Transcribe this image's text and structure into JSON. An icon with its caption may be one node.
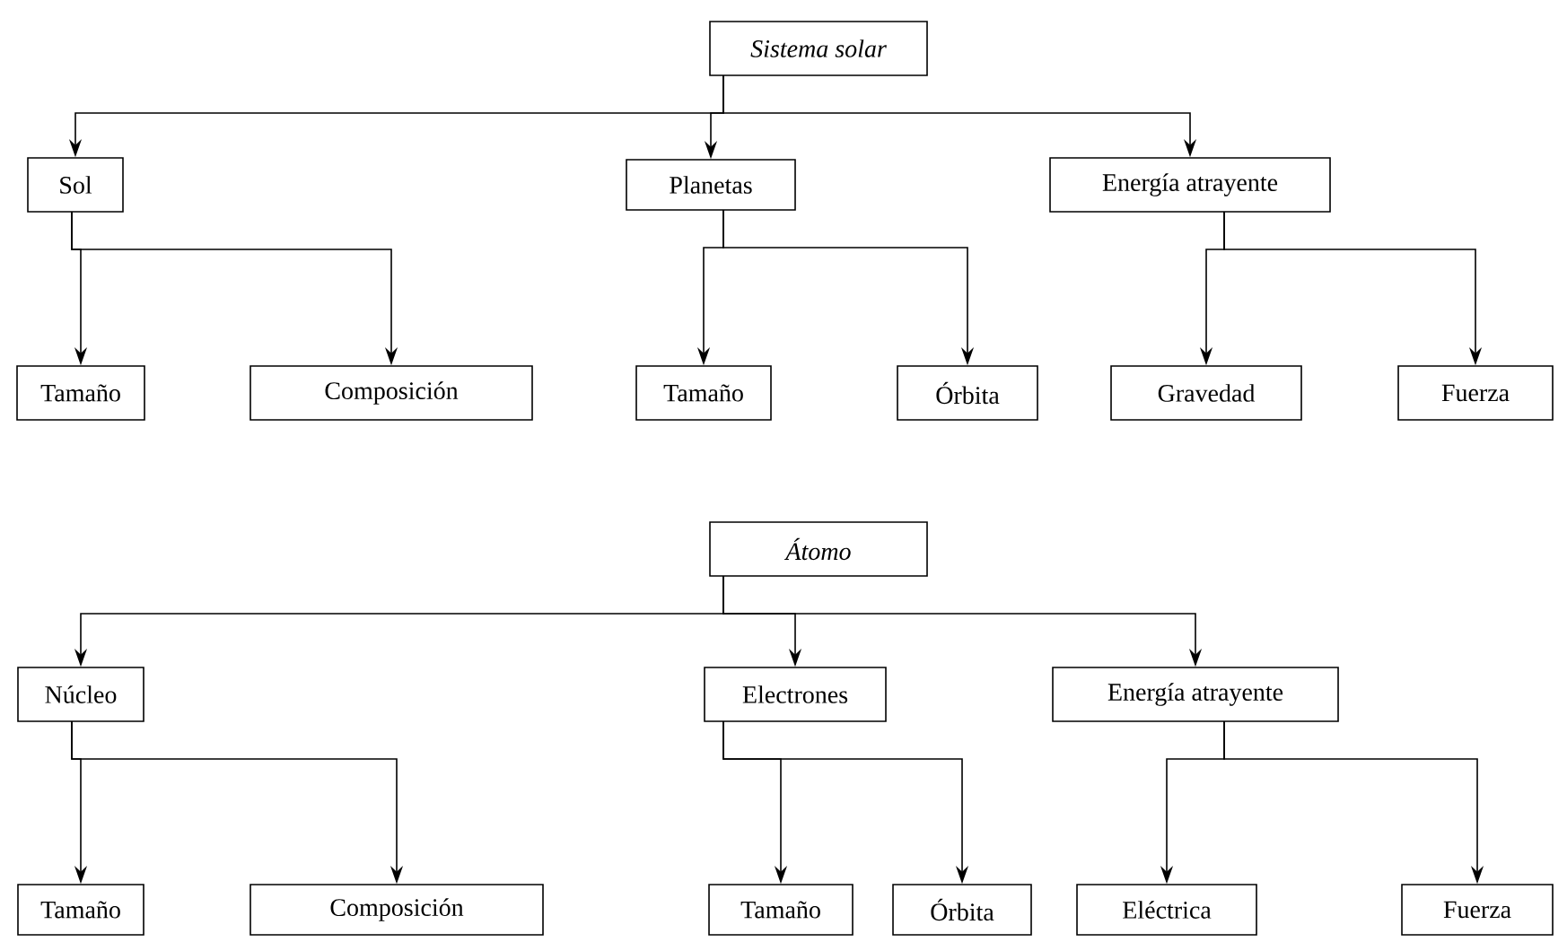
{
  "diagram": {
    "nodes": [
      {
        "text": [
          "Sistema solar"
        ]
      },
      {
        "text": [
          "Sol"
        ]
      },
      {
        "text": [
          "Planetas"
        ]
      },
      {
        "text": [
          "Energía atrayente"
        ]
      },
      {
        "text": [
          "Tamaño"
        ]
      },
      {
        "text": [
          "Composición"
        ]
      },
      {
        "text": [
          "Tamaño"
        ]
      },
      {
        "text": [
          "Órbita"
        ]
      },
      {
        "text": [
          "Gravedad"
        ]
      },
      {
        "text": [
          "Fuerza"
        ]
      },
      {
        "text": [
          "Átomo"
        ]
      },
      {
        "text": [
          "Núcleo"
        ]
      },
      {
        "text": [
          "Electrones"
        ]
      },
      {
        "text": [
          "Energía atrayente"
        ]
      },
      {
        "text": [
          "Tamaño"
        ]
      },
      {
        "text": [
          "Composición"
        ]
      },
      {
        "text": [
          "Tamaño"
        ]
      },
      {
        "text": [
          "Órbita"
        ]
      },
      {
        "text": [
          "Eléctrica"
        ]
      },
      {
        "text": [
          "Fuerza"
        ]
      }
    ],
    "edges": [
      {
        "from": 0,
        "to": 1,
        "arrow": "to"
      },
      {
        "from": 0,
        "to": 2,
        "arrow": "to"
      },
      {
        "from": 0,
        "to": 3,
        "arrow": "to"
      },
      {
        "from": 1,
        "to": 4,
        "arrow": "to"
      },
      {
        "from": 1,
        "to": 5,
        "arrow": "to"
      },
      {
        "from": 2,
        "to": 6,
        "arrow": "to"
      },
      {
        "from": 2,
        "to": 7,
        "arrow": "to"
      },
      {
        "from": 3,
        "to": 8,
        "arrow": "to"
      },
      {
        "from": 3,
        "to": 9,
        "arrow": "to"
      },
      {
        "from": 10,
        "to": 11,
        "arrow": "to"
      },
      {
        "from": 10,
        "to": 12,
        "arrow": "to"
      },
      {
        "from": 10,
        "to": 13,
        "arrow": "to"
      },
      {
        "from": 11,
        "to": 14,
        "arrow": "to"
      },
      {
        "from": 11,
        "to": 15,
        "arrow": "to"
      },
      {
        "from": 12,
        "to": 16,
        "arrow": "to"
      },
      {
        "from": 12,
        "to": 17,
        "arrow": "to"
      },
      {
        "from": 13,
        "to": 18,
        "arrow": "to"
      },
      {
        "from": 13,
        "to": 19,
        "arrow": "to"
      }
    ]
  }
}
